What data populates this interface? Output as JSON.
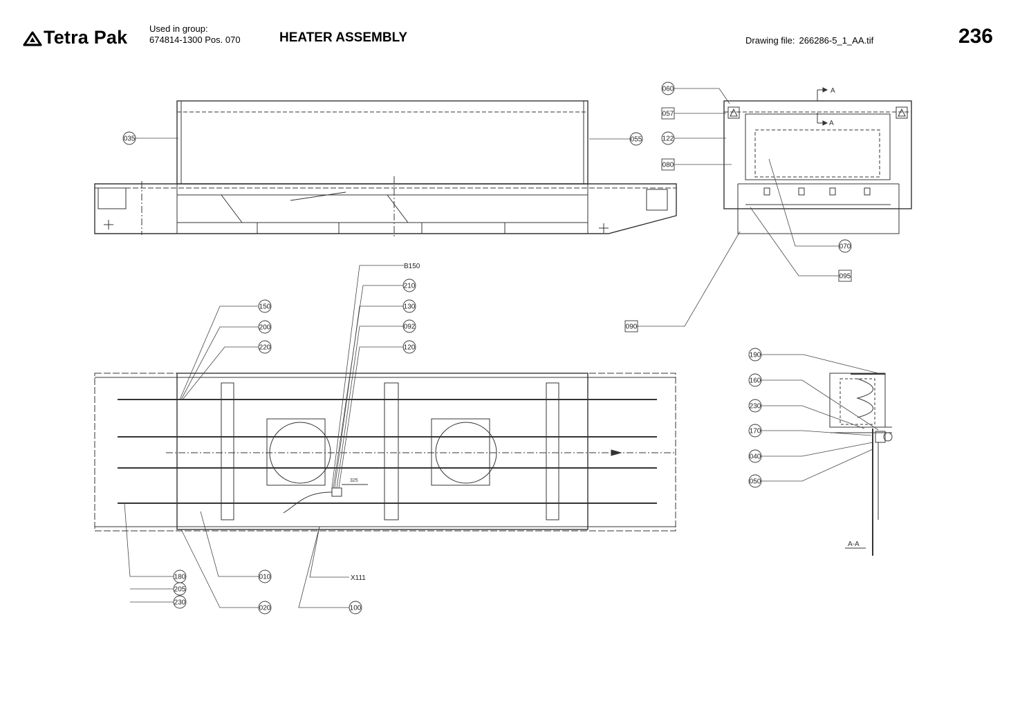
{
  "header": {
    "brand": "Tetra Pak",
    "used_in_group_label": "Used in group:",
    "used_in_group_value": "674814-1300 Pos. 070",
    "title": "HEATER ASSEMBLY",
    "drawing_file_label": "Drawing file:",
    "drawing_file_value": "266286-5_1_AA.tif",
    "page_number": "236"
  },
  "callouts": {
    "c035": "035",
    "c055": "055",
    "c060": "060",
    "c057": "057",
    "c122": "122",
    "c080": "080",
    "c070": "070",
    "c095": "095",
    "c090": "090",
    "cB150": "B150",
    "c210": "210",
    "c130": "130",
    "c092": "092",
    "c120": "120",
    "c150": "150",
    "c200": "200",
    "c220": "220",
    "c190": "190",
    "c160": "160",
    "c230r": "230",
    "c170": "170",
    "c040": "040",
    "c050": "050",
    "c180": "180",
    "c205": "205",
    "c230b": "230",
    "c010": "010",
    "c020": "020",
    "cX111": "X111",
    "c100": "100"
  },
  "section_labels": {
    "section": "A-A",
    "arrow_a": "A",
    "dim_325": "325"
  },
  "icons": [
    "tetra-pak-logo-icon",
    "warning-triangle-icon",
    "flow-arrow-icon"
  ]
}
